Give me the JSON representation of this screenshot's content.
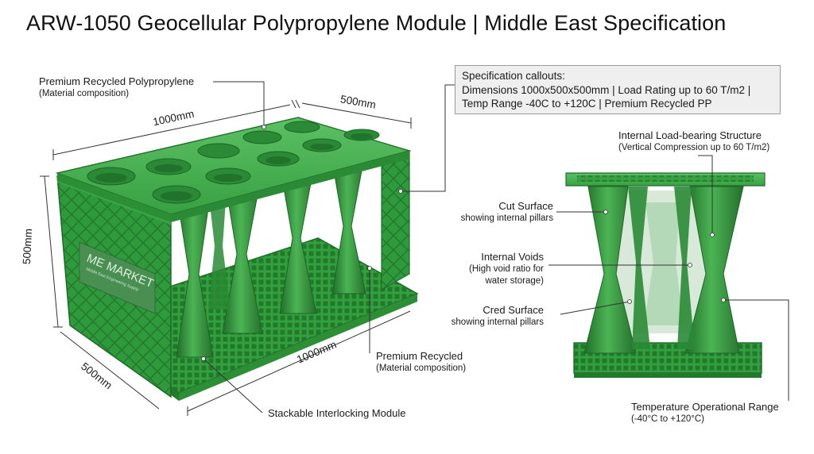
{
  "title": "ARW-1050 Geocellular Polypropylene Module | Middle East Specification",
  "spec_callouts": {
    "heading": "Specification callouts:",
    "line1": "Dimensions 1000x500x500mm |  Load Rating up to 60 T/m2 |",
    "line2": "Temp Range -40C to +120C  | Premium Recycled PP"
  },
  "brand_panel": {
    "name": "ME MARKET",
    "tagline": "Middle East Engineering Supply"
  },
  "dimensions": {
    "top_length": "1000mm",
    "top_width": "500mm",
    "height": "500mm",
    "bottom_width": "500mm",
    "bottom_length": "1000mm"
  },
  "left_callouts": {
    "material_top": {
      "title": "Premium Recycled Polypropylene",
      "sub": "(Material composition)"
    },
    "material_bottom": {
      "title": "Premium Recycled",
      "sub": "(Material composition)"
    },
    "stackable": {
      "title": "Stackable Interlocking Module"
    }
  },
  "right_callouts": {
    "load_bearing": {
      "title": "Internal Load-bearing Structure",
      "sub": "(Vertical Compression up to 60 T/m2)"
    },
    "cut_surface": {
      "title": "Cut Surface",
      "sub": "showing internal pillars"
    },
    "voids": {
      "title": "Internal Voids",
      "sub1": "(High void ratio for",
      "sub2": "water storage)"
    },
    "cred_surface": {
      "title": "Cred Surface",
      "sub": "showing internal pillars"
    },
    "temperature": {
      "title": "Temperature Operational Range",
      "sub": "(-40°C to +120°C)"
    }
  },
  "colors": {
    "module_green": "#2f9a3c",
    "module_dark": "#1f6e29",
    "module_light": "#54b85c",
    "spec_box_bg": "#efefef"
  }
}
